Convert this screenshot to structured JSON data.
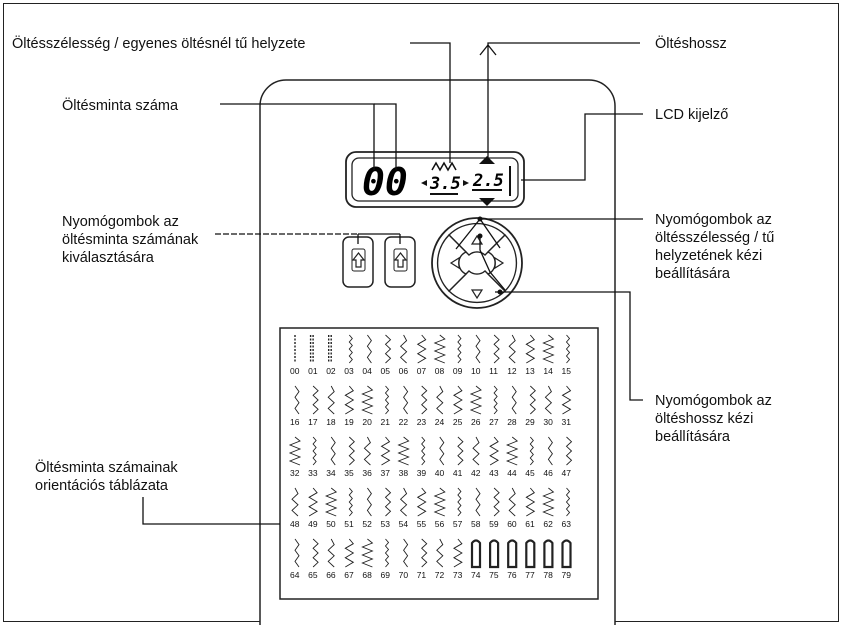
{
  "labels": {
    "stitch_width": "Öltésszélesség / egyenes öltésnél tű helyzete",
    "stitch_length": "Öltéshossz",
    "pattern_number": "Öltésminta száma",
    "lcd": "LCD kijelző",
    "pattern_buttons": "Nyomógombok az öltésminta számának kiválasztására",
    "width_buttons": "Nyomógombok az öltésszélesség / tű helyzetének kézi beállítására",
    "length_buttons": "Nyomógombok az öltéshossz kézi beállítására",
    "table": "Öltésminta számainak orientációs táblázata"
  },
  "lcd": {
    "pattern": "00",
    "width": "3.5",
    "length": "2.5"
  },
  "stitch_numbers": [
    "00",
    "01",
    "02",
    "03",
    "04",
    "05",
    "06",
    "07",
    "08",
    "09",
    "10",
    "11",
    "12",
    "13",
    "14",
    "15",
    "16",
    "17",
    "18",
    "19",
    "20",
    "21",
    "22",
    "23",
    "24",
    "25",
    "26",
    "27",
    "28",
    "29",
    "30",
    "31",
    "32",
    "33",
    "34",
    "35",
    "36",
    "37",
    "38",
    "39",
    "40",
    "41",
    "42",
    "43",
    "44",
    "45",
    "46",
    "47",
    "48",
    "49",
    "50",
    "51",
    "52",
    "53",
    "54",
    "55",
    "56",
    "57",
    "58",
    "59",
    "60",
    "61",
    "62",
    "63",
    "64",
    "65",
    "66",
    "67",
    "68",
    "69",
    "70",
    "71",
    "72",
    "73",
    "74",
    "75",
    "76",
    "77",
    "78",
    "79"
  ]
}
